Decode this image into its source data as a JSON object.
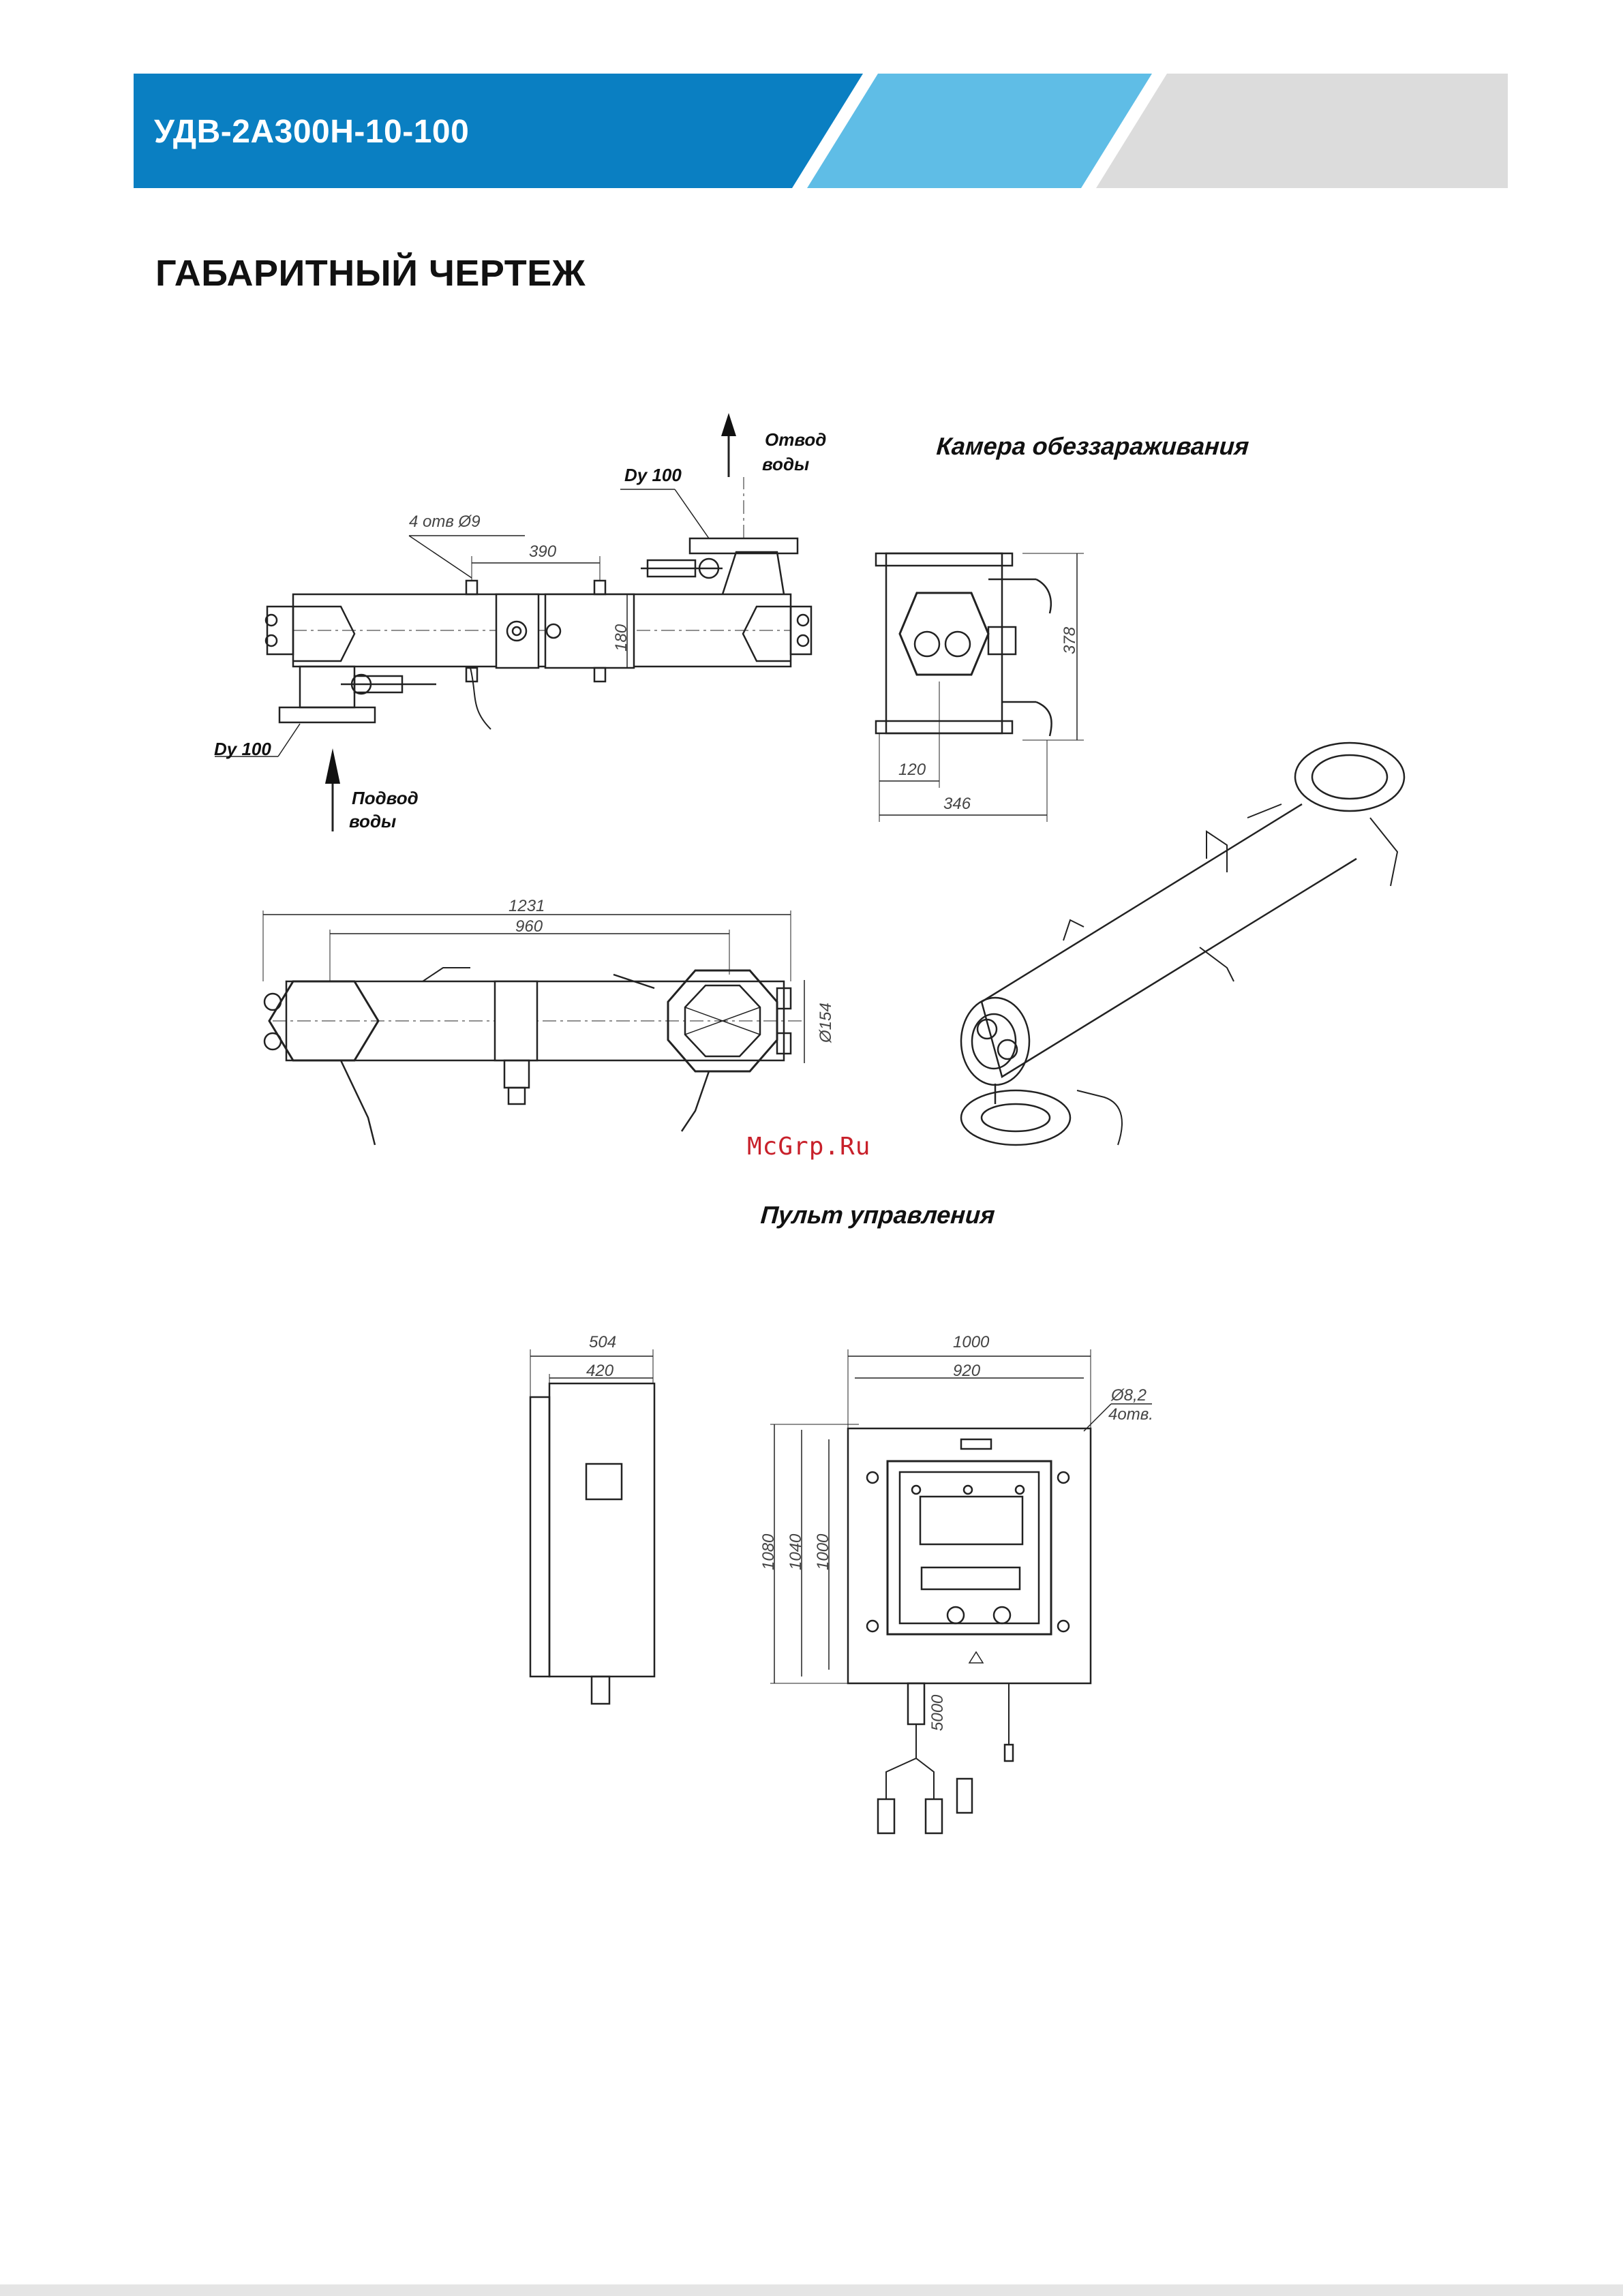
{
  "header": {
    "title": "УДВ-2А300Н-10-100",
    "colors": {
      "blue": "#0a7fc2",
      "light_blue": "#5fbde6",
      "gray": "#dcdcdc"
    }
  },
  "section_title": "ГАБАРИТНЫЙ ЧЕРТЕЖ",
  "chamber": {
    "caption": "Камера обеззараживания",
    "outlet_line1": "Отвод",
    "outlet_line2": "воды",
    "inlet_line1": "Подвод",
    "inlet_line2": "воды",
    "dn_outlet": "Dy 100",
    "dn_inlet": "Dy 100",
    "holes": "4 отв Ø9",
    "dim_390": "390",
    "dim_180": "180",
    "dim_378": "378",
    "dim_120": "120",
    "dim_346": "346",
    "dim_1231": "1231",
    "dim_960": "960",
    "dim_154": "Ø154"
  },
  "panel": {
    "caption": "Пульт управления",
    "dim_504": "504",
    "dim_420": "420",
    "dim_1000w": "1000",
    "dim_920": "920",
    "holes_line1": "Ø8,2",
    "holes_line2": "4отв.",
    "dim_1080": "1080",
    "dim_1040": "1040",
    "dim_1000h": "1000",
    "dim_5000": "5000"
  },
  "watermark": "McGrp.Ru"
}
